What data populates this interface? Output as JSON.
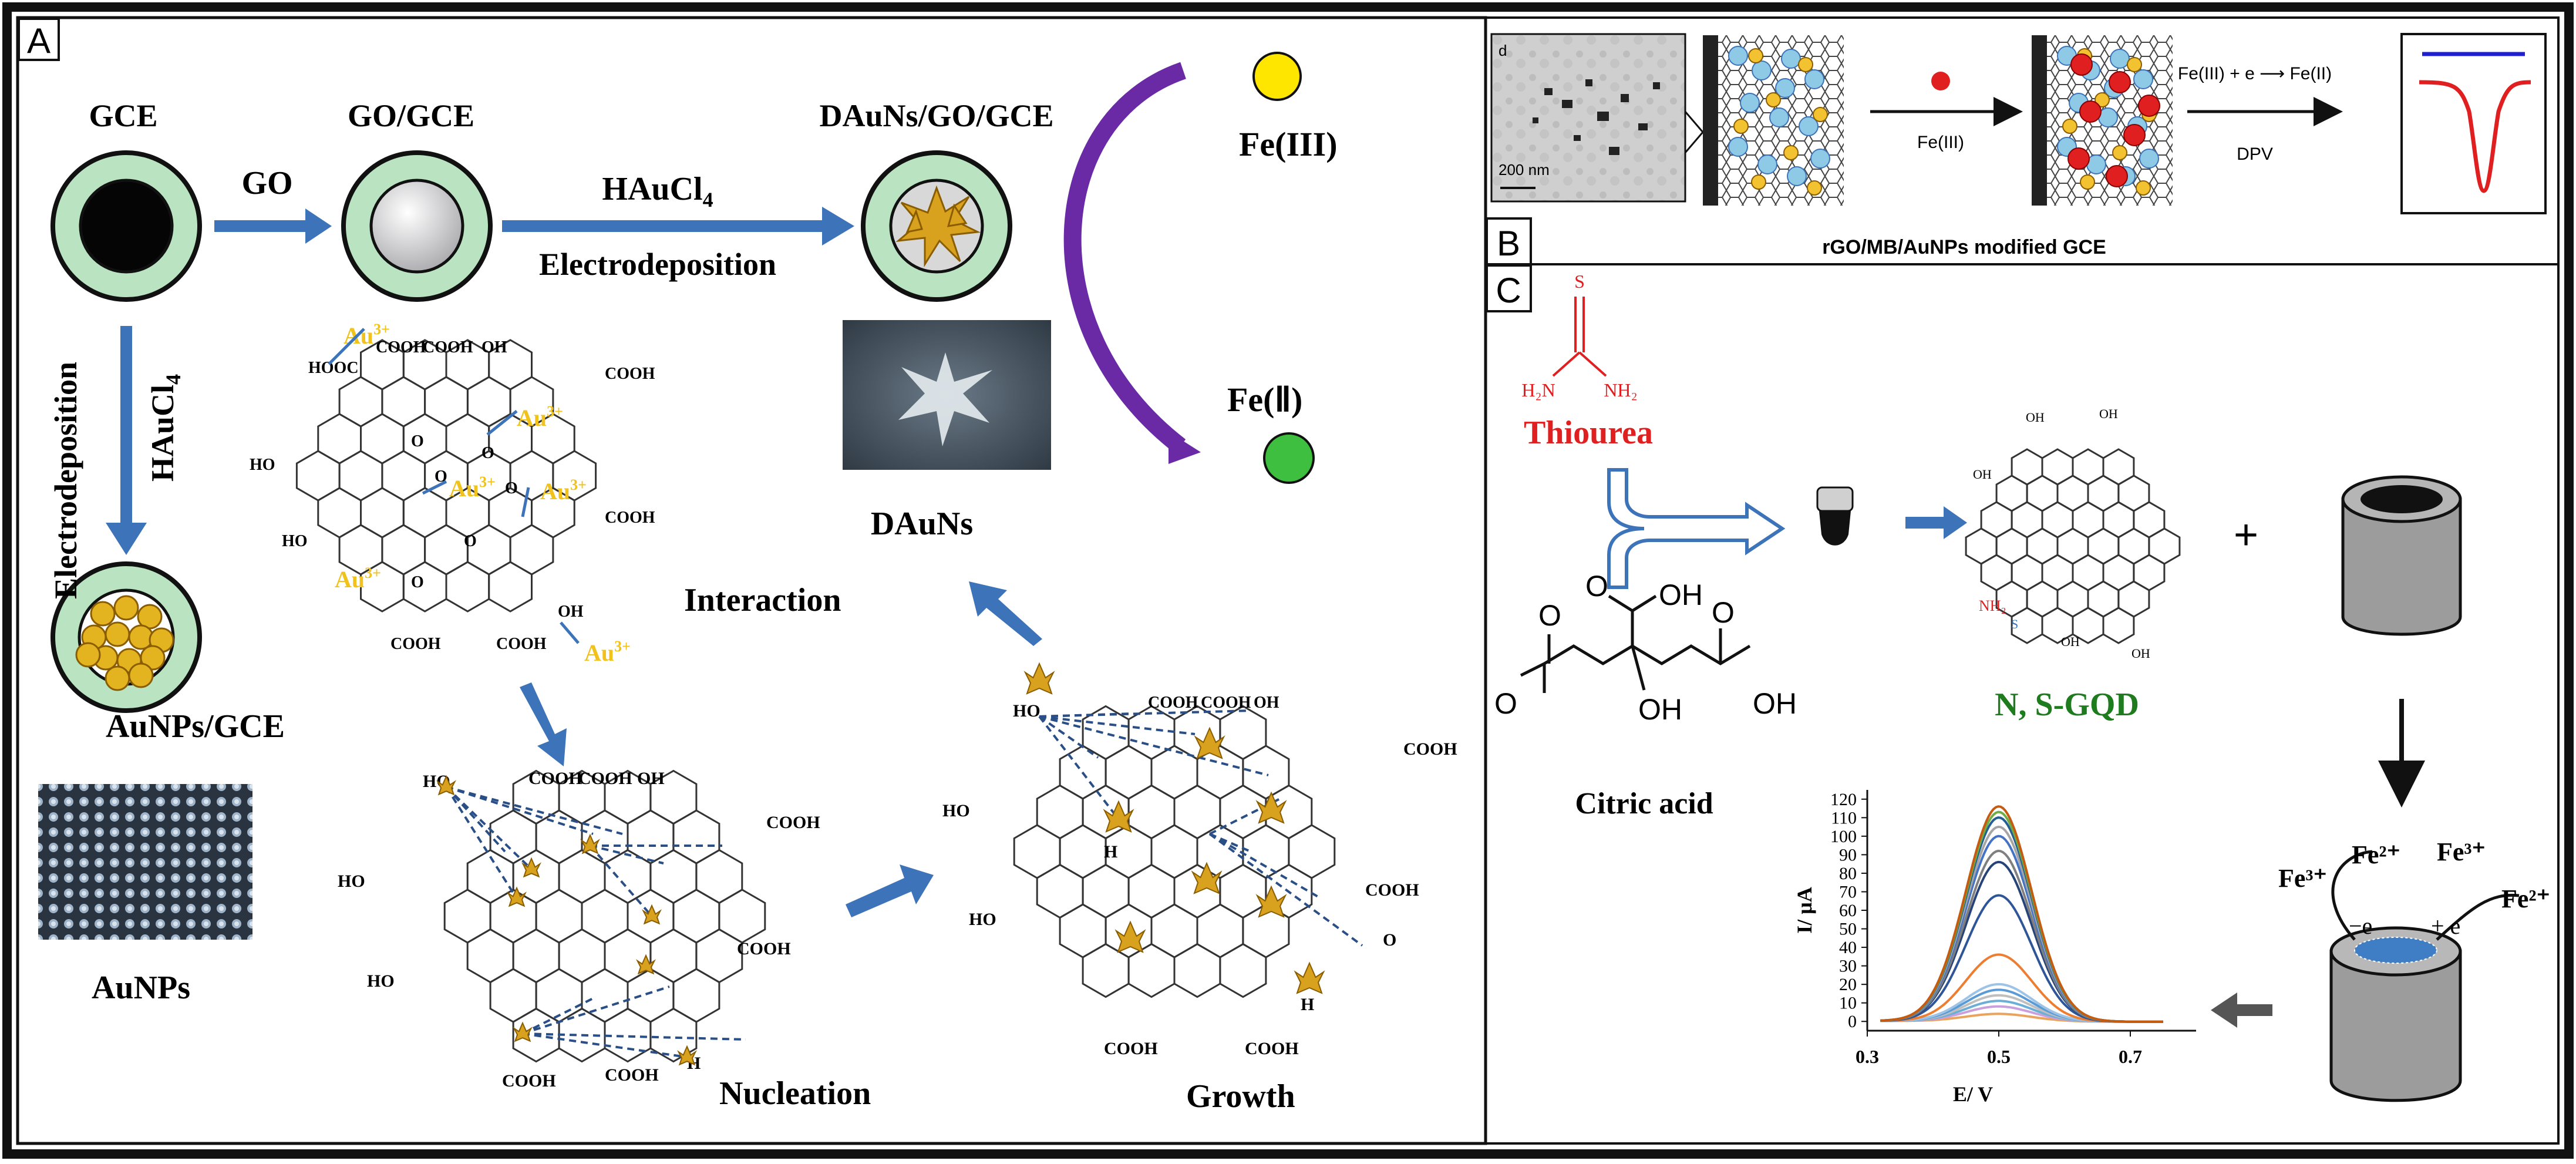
{
  "panels": {
    "a": {
      "letter": "A",
      "electrodes": {
        "gce": "GCE",
        "go_gce": "GO/GCE",
        "dauns_go_gce": "DAuNs/GO/GCE",
        "aunps_gce": "AuNPs/GCE"
      },
      "arrows": {
        "go": "GO",
        "hauc": "HAuCl",
        "hauc_sub": "4",
        "electrodeposition": "Electrodeposition"
      },
      "ions": {
        "fe3": "Fe(III)",
        "fe2": "Fe(Ⅱ)",
        "au": "Au",
        "au_sup": "3+"
      },
      "labels": {
        "interaction": "Interaction",
        "nucleation": "Nucleation",
        "growth": "Growth",
        "dauns": "DAuNs",
        "aunps": "AuNPs"
      },
      "groups": {
        "cooh": "COOH",
        "hooc": "HOOC",
        "oh": "OH",
        "ho": "HO",
        "o": "O",
        "h": "H"
      }
    },
    "b": {
      "letter": "B",
      "tem_letter": "d",
      "scale_bar": "200 nm",
      "fe3": "Fe(III)",
      "reaction": "Fe(III) + e ⟶ Fe(II)",
      "dpv": "DPV",
      "caption": "rGO/MB/AuNPs modified GCE"
    },
    "c": {
      "letter": "C",
      "thiourea_s": "S",
      "thiourea_h2n": "H₂N",
      "thiourea_nh2": "NH₂",
      "thiourea": "Thiourea",
      "citric_acid": "Citric acid",
      "oh": "OH",
      "o": "O",
      "nsgqd": "N, S-GQD",
      "plus": "+",
      "fe3": "Fe³⁺",
      "fe2": "Fe²⁺",
      "e_minus": "−e",
      "e_plus": "+ e",
      "gqd_nh2": "NH₂",
      "gqd_s": "S",
      "gqd_oh": "OH"
    }
  },
  "chart_data": {
    "type": "line",
    "xlabel": "E/ V",
    "ylabel": "I/ μA",
    "xlim": [
      0.3,
      0.8
    ],
    "ylim": [
      -5,
      125
    ],
    "xticks": [
      0.3,
      0.5,
      0.7
    ],
    "yticks": [
      0,
      10,
      20,
      30,
      40,
      50,
      60,
      70,
      80,
      90,
      100,
      110,
      120
    ],
    "peak_potential": 0.5,
    "series": [
      {
        "peak": 4,
        "color": "#e9a35d"
      },
      {
        "peak": 8,
        "color": "#c9a0dc"
      },
      {
        "peak": 11,
        "color": "#6baed6"
      },
      {
        "peak": 14,
        "color": "#bfbfbf"
      },
      {
        "peak": 17,
        "color": "#5b9bd5"
      },
      {
        "peak": 20,
        "color": "#9dc3e6"
      },
      {
        "peak": 36,
        "color": "#ed7d31"
      },
      {
        "peak": 68,
        "color": "#2e5597"
      },
      {
        "peak": 86,
        "color": "#264478"
      },
      {
        "peak": 92,
        "color": "#7f7f7f"
      },
      {
        "peak": 100,
        "color": "#4472c4"
      },
      {
        "peak": 105,
        "color": "#a5a5a5"
      },
      {
        "peak": 110,
        "color": "#255e91"
      },
      {
        "peak": 113,
        "color": "#70ad47"
      },
      {
        "peak": 116,
        "color": "#c55a11"
      }
    ]
  },
  "colors": {
    "frame": "#111111",
    "arrow_blue": "#3d73b9",
    "electrode_ring": "#b9e3c1",
    "gold": "#e3b320",
    "au_label": "#f0c21b",
    "purple": "#6a2aa6",
    "fe3_yellow": "#ffe600",
    "fe2_green": "#3fbf3f",
    "thiourea_red": "#e02020",
    "gqd_green": "#1e7b1e",
    "dpv_red": "#e02020",
    "dpv_blue": "#2020d0",
    "cylinder_gray": "#9c9c9c"
  }
}
